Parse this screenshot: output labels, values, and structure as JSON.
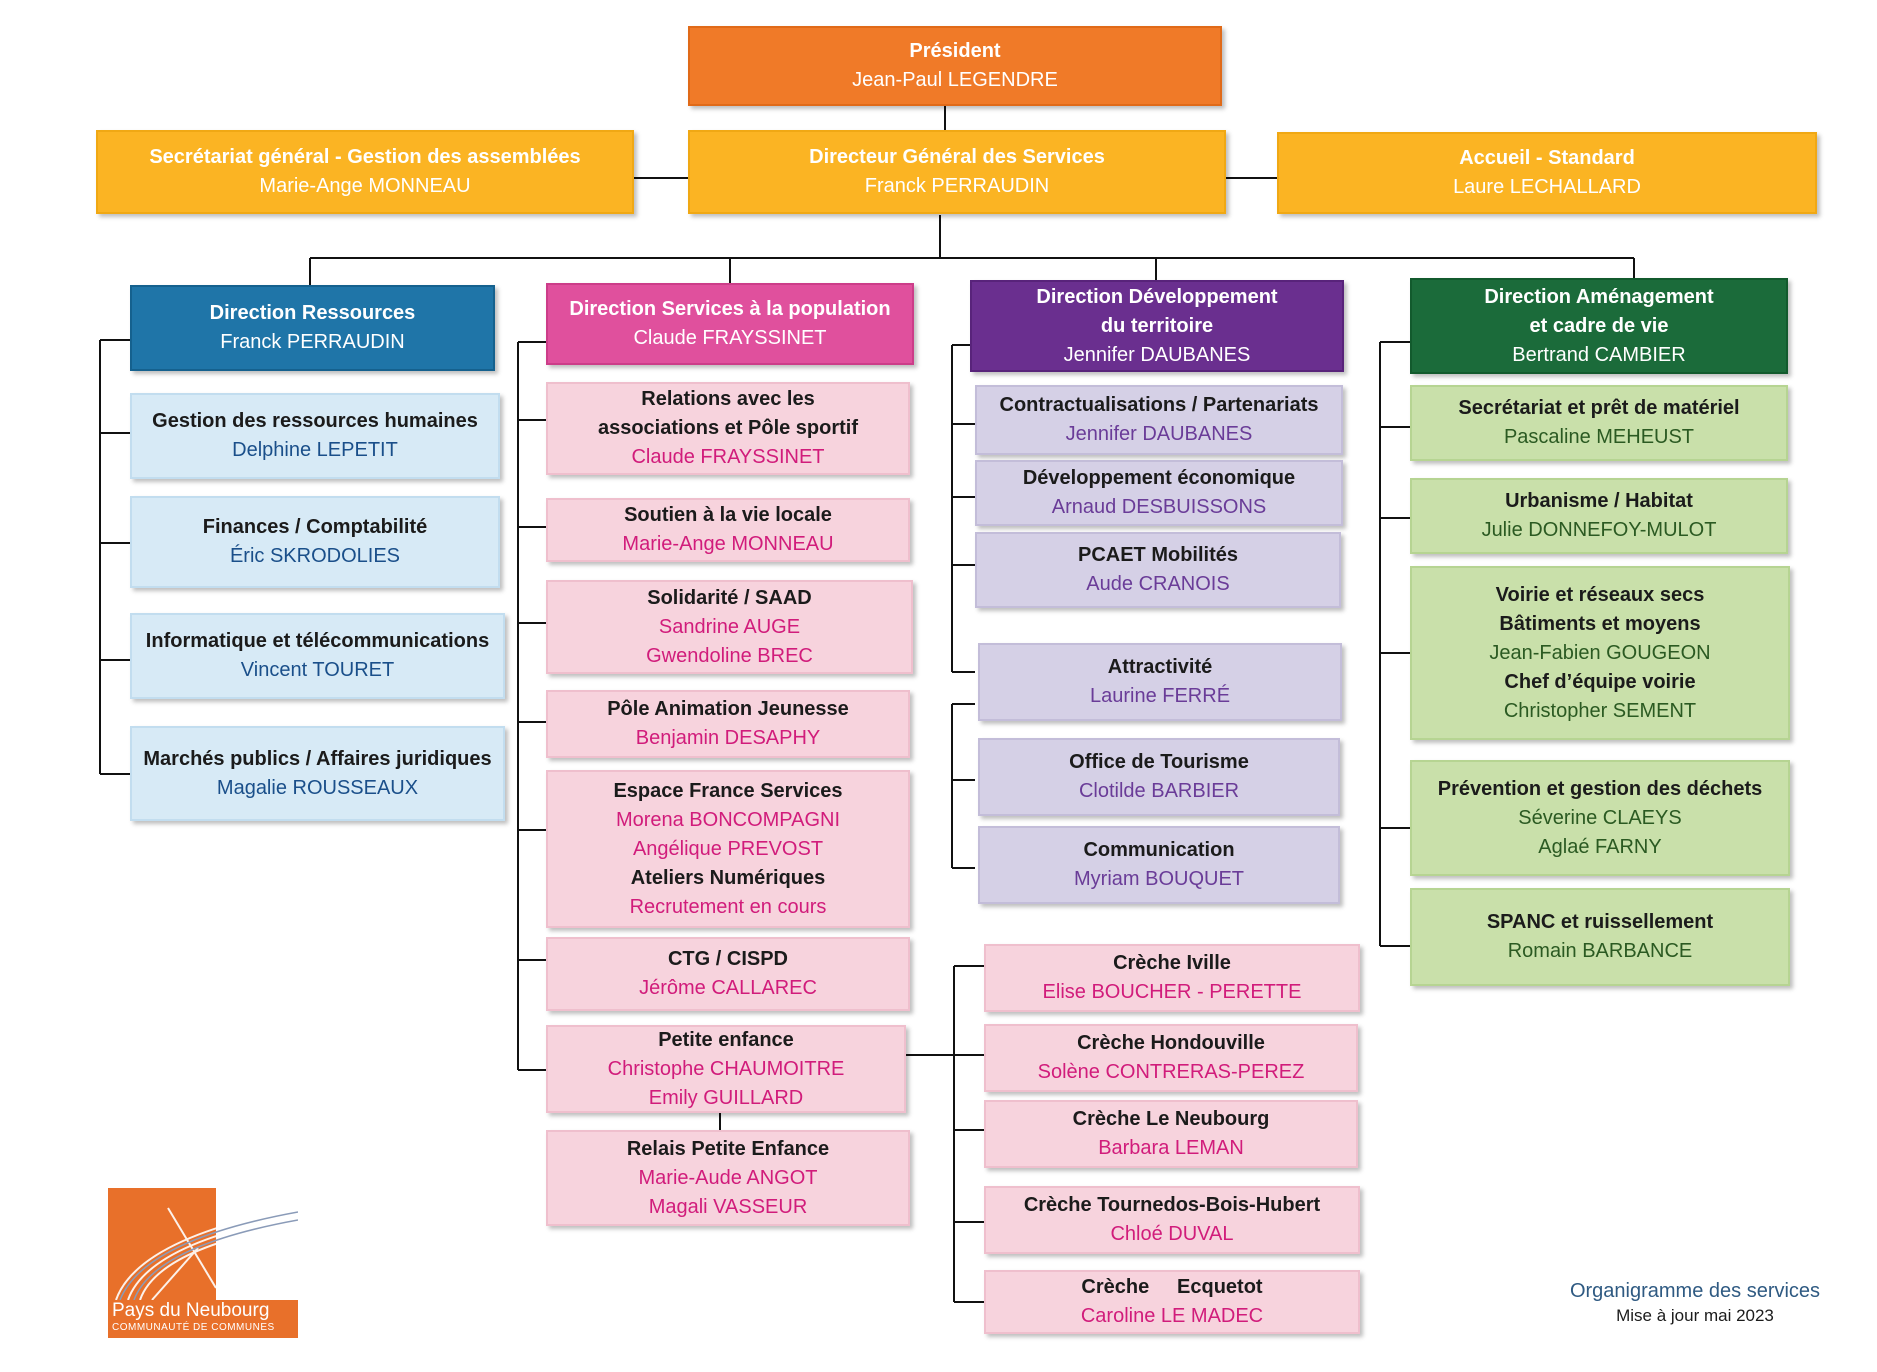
{
  "president": {
    "title": "Président",
    "name": "Jean-Paul LEGENDRE"
  },
  "secretariat": {
    "title": "Secrétariat général - Gestion des assemblées",
    "name": "Marie-Ange MONNEAU"
  },
  "dgs": {
    "title": "Directeur Général des Services",
    "name": "Franck PERRAUDIN"
  },
  "accueil": {
    "title": "Accueil  - Standard",
    "name": "Laure LECHALLARD"
  },
  "ressources": {
    "title": "Direction Ressources",
    "name": "Franck PERRAUDIN",
    "items": [
      {
        "title": "Gestion des ressources humaines",
        "names": [
          "Delphine LEPETIT"
        ]
      },
      {
        "title": "Finances / Comptabilité",
        "names": [
          "Éric SKRODOLIES"
        ]
      },
      {
        "title": "Informatique et télécommunications",
        "names": [
          "Vincent TOURET"
        ]
      },
      {
        "title": "Marchés publics / Affaires juridiques",
        "names": [
          "Magalie ROUSSEAUX"
        ]
      }
    ]
  },
  "population": {
    "title": "Direction Services à la population",
    "name": "Claude FRAYSSINET",
    "items": [
      {
        "title1": "Relations avec les",
        "title2": "associations et Pôle sportif",
        "names": [
          "Claude FRAYSSINET"
        ]
      },
      {
        "title": "Soutien à la vie locale",
        "names": [
          "Marie-Ange MONNEAU"
        ]
      },
      {
        "title": "Solidarité / SAAD",
        "names": [
          "Sandrine AUGE",
          "Gwendoline BREC"
        ]
      },
      {
        "title": "Pôle Animation Jeunesse",
        "names": [
          "Benjamin DESAPHY"
        ]
      },
      {
        "title": "Espace France Services",
        "names": [
          "Morena BONCOMPAGNI",
          "Angélique PREVOST"
        ],
        "title2": "Ateliers Numériques",
        "names2": [
          "Recrutement en cours"
        ]
      },
      {
        "title": "CTG / CISPD",
        "names": [
          "Jérôme CALLAREC"
        ]
      },
      {
        "title": "Petite enfance",
        "names": [
          "Christophe CHAUMOITRE",
          "Emily GUILLARD"
        ]
      },
      {
        "title": "Relais Petite Enfance",
        "names": [
          "Marie-Aude ANGOT",
          "Magali VASSEUR"
        ]
      }
    ]
  },
  "developpement": {
    "title1": "Direction Développement",
    "title2": "du territoire",
    "name": "Jennifer DAUBANES",
    "items": [
      {
        "title": "Contractualisations / Partenariats",
        "names": [
          "Jennifer DAUBANES"
        ]
      },
      {
        "title": "Développement économique",
        "names": [
          "Arnaud DESBUISSONS"
        ]
      },
      {
        "title": "PCAET Mobilités",
        "names": [
          "Aude CRANOIS"
        ]
      },
      {
        "title": "Attractivité",
        "names": [
          "Laurine FERRÉ"
        ]
      },
      {
        "title": "Office de Tourisme",
        "names": [
          "Clotilde BARBIER"
        ]
      },
      {
        "title": "Communication",
        "names": [
          "Myriam BOUQUET"
        ]
      }
    ]
  },
  "creches": [
    {
      "title": "Crèche Iville",
      "names": [
        "Elise BOUCHER - PERETTE"
      ]
    },
    {
      "title": "Crèche Hondouville",
      "names": [
        "Solène CONTRERAS-PEREZ"
      ]
    },
    {
      "title": "Crèche Le Neubourg",
      "names": [
        "Barbara LEMAN"
      ]
    },
    {
      "title": "Crèche Tournedos-Bois-Hubert",
      "names": [
        "Chloé DUVAL"
      ]
    },
    {
      "title": "Crèche     Ecquetot",
      "names": [
        "Caroline LE MADEC"
      ]
    }
  ],
  "amenagement": {
    "title1": "Direction Aménagement",
    "title2": "et cadre de vie",
    "name": "Bertrand CAMBIER",
    "items": [
      {
        "title": "Secrétariat et prêt de matériel",
        "names": [
          "Pascaline MEHEUST"
        ]
      },
      {
        "title": "Urbanisme / Habitat",
        "names": [
          "Julie DONNEFOY-MULOT"
        ]
      },
      {
        "title": "Voirie et réseaux secs",
        "title_b": "Bâtiments et moyens",
        "names": [
          "Jean-Fabien GOUGEON"
        ],
        "title2": "Chef d’équipe voirie",
        "names2": [
          "Christopher SEMENT"
        ]
      },
      {
        "title": "Prévention et gestion des déchets",
        "names": [
          "Séverine CLAEYS",
          "Aglaé FARNY"
        ]
      },
      {
        "title": "SPANC et ruissellement",
        "names": [
          "Romain BARBANCE"
        ]
      }
    ]
  },
  "logo": {
    "line1": "Pays du Neubourg",
    "line2": "COMMUNAUTÉ DE COMMUNES"
  },
  "footer": {
    "title": "Organigramme des services",
    "date": "Mise à jour mai 2023"
  },
  "colors": {
    "orange": "#f07a28",
    "yellow": "#fbb423",
    "blue": "#1f75a8",
    "pink": "#e0509d",
    "purple": "#6a2f8f",
    "green": "#1b6b3a"
  }
}
